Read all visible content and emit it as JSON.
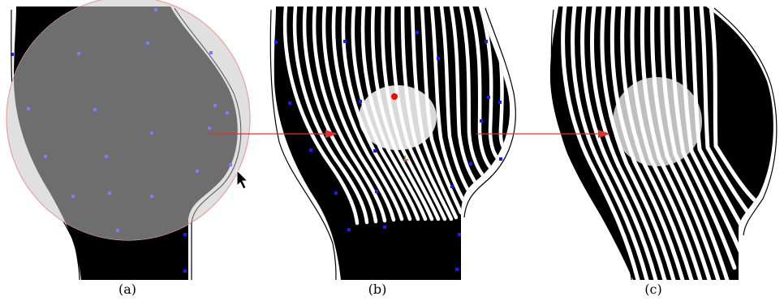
{
  "panels": [
    {
      "caption": "(a)"
    },
    {
      "caption": "(b)"
    },
    {
      "caption": "(c)"
    }
  ],
  "colors": {
    "background": "#ffffff",
    "ink": "#000000",
    "selection_circle_fill": "#e0e0e0",
    "selection_circle_stroke": "#e8a0a0",
    "selected_region": "#6e6e6e",
    "control_point_light": "#7b7bff",
    "control_point_dark": "#1a1aff",
    "center_point": "#ff0000",
    "arrow": "#e03030"
  },
  "icons": [
    "mouse-cursor-icon",
    "center-handle-icon"
  ]
}
